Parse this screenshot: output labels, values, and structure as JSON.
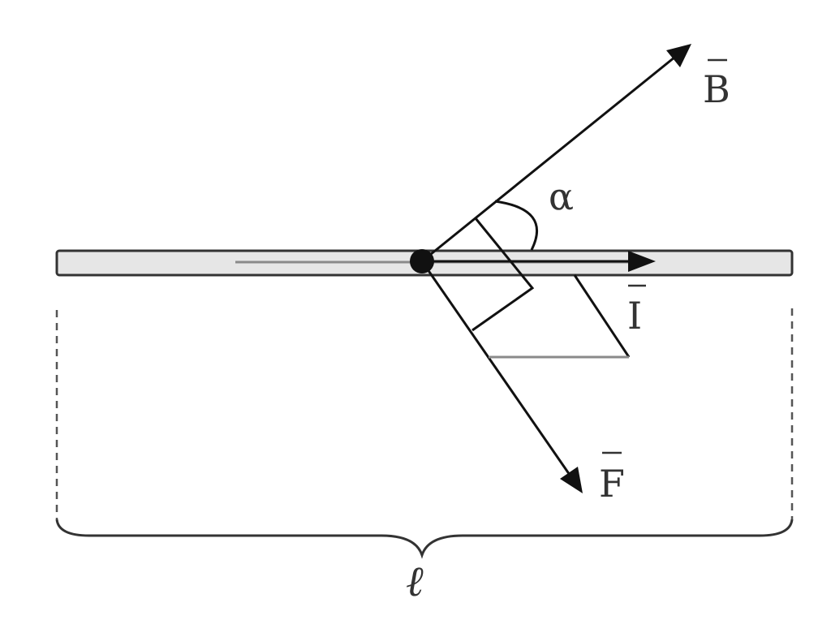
{
  "labels": {
    "field": "B",
    "current": "I",
    "force": "F",
    "angle": "α",
    "length": "ℓ"
  },
  "colors": {
    "ink": "#111111",
    "wire_fill": "#e6e6e6",
    "wire_stroke": "#333333",
    "helper": "#8a8a8a",
    "text": "#333333"
  }
}
